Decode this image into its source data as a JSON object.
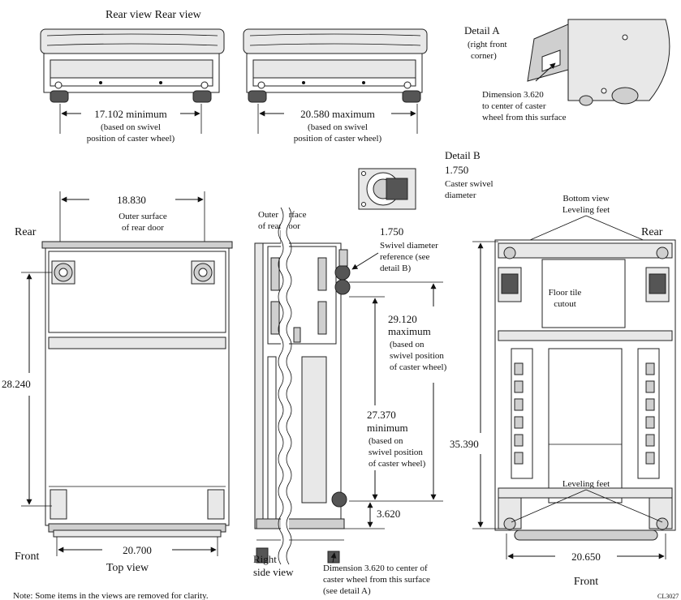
{
  "rear_views": {
    "title": "Rear view Rear view",
    "left_dim": "17.102 minimum",
    "left_note_1": "(based on swivel",
    "left_note_2": "position of caster wheel)",
    "right_dim": "20.580 maximum",
    "right_note_1": "(based on swivel",
    "right_note_2": "position of caster wheel)"
  },
  "detail_a": {
    "title": "Detail A",
    "sub_1": "(right front",
    "sub_2": "corner)",
    "note_1": "Dimension 3.620",
    "note_2": "to center of caster",
    "note_3": "wheel from this surface"
  },
  "detail_b": {
    "title": "Detail B",
    "value": "1.750",
    "note_1": "Caster swivel",
    "note_2": "diameter"
  },
  "top_view": {
    "rear_label": "Rear",
    "front_label": "Front",
    "width_top": "18.830",
    "outer_1": "Outer surface",
    "outer_2": "of rear door",
    "depth": "28.240",
    "width_bottom": "20.700",
    "caption": "Top view"
  },
  "side_view": {
    "outer_1": "Outer surface",
    "outer_2": "of rear door",
    "swivel_value": "1.750",
    "swivel_1": "Swivel diameter",
    "swivel_2": "reference (see",
    "swivel_3": "detail B)",
    "max_value": "29.120",
    "max_1": "maximum",
    "max_2": "(based on",
    "max_3": "swivel position",
    "max_4": "of caster wheel)",
    "min_value": "27.370",
    "min_1": "minimum",
    "min_2": "(based on",
    "min_3": "swivel position",
    "min_4": "of caster wheel)",
    "caster_dim": "3.620",
    "caption_1": "Right",
    "caption_2": "side view",
    "bottom_1": "Dimension 3.620 to center of",
    "bottom_2": "caster wheel from this surface",
    "bottom_3": "(see detail A)"
  },
  "bottom_view": {
    "title_1": "Bottom view",
    "title_2": "Leveling feet",
    "rear_label": "Rear",
    "floor_1": "Floor tile",
    "floor_2": "cutout",
    "depth": "35.390",
    "leveling": "Leveling feet",
    "width": "20.650",
    "front_label": "Front"
  },
  "footer": {
    "note": "Note: Some items in the views are removed for clarity.",
    "code": "CL3027"
  }
}
